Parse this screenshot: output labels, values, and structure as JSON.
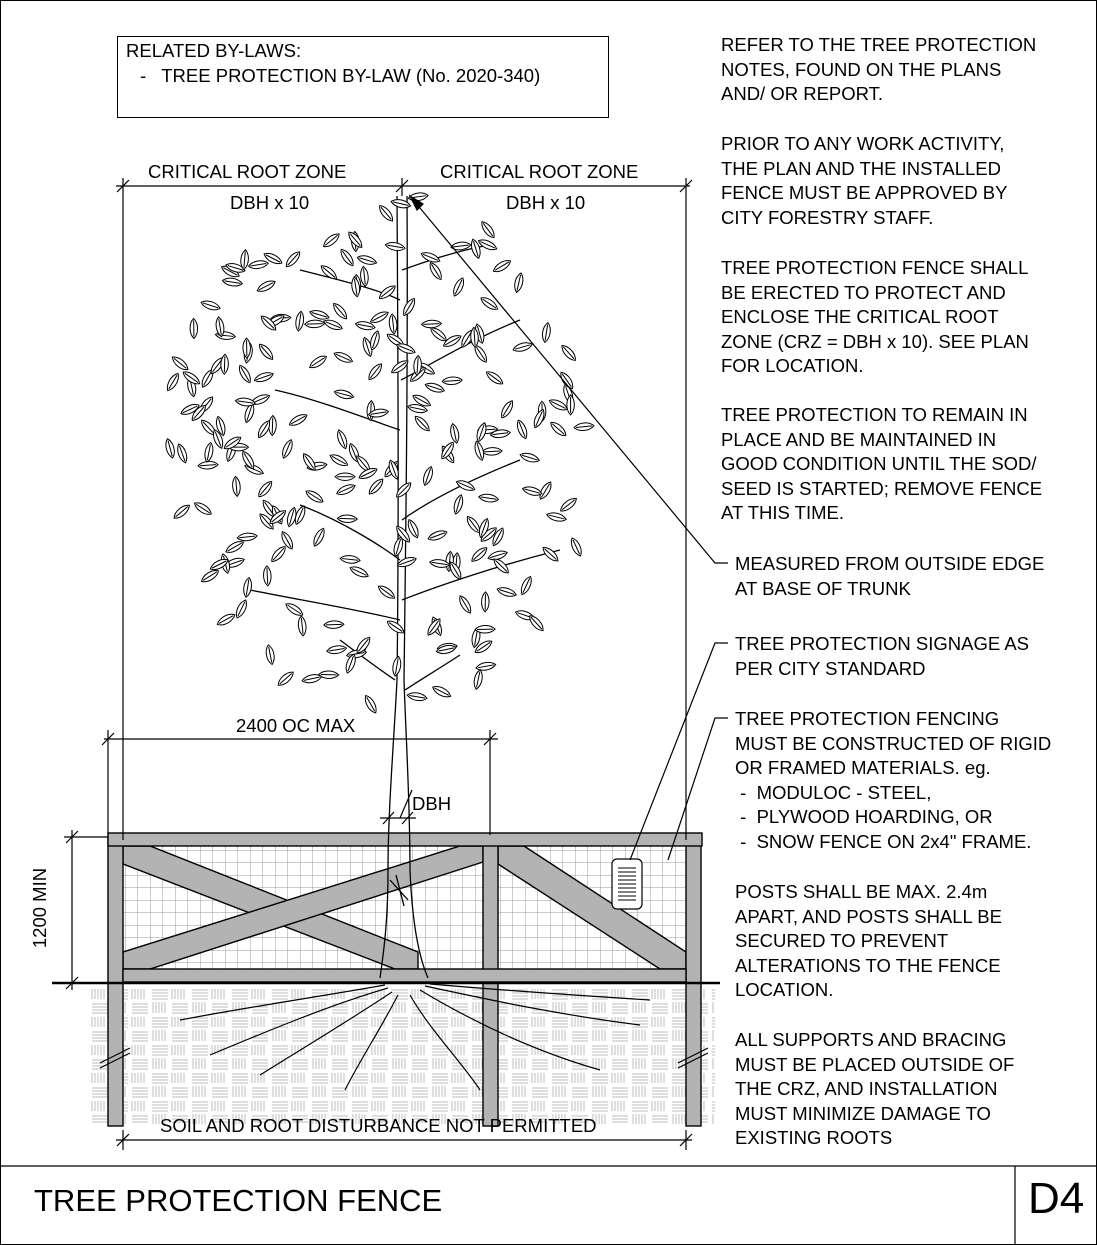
{
  "related_bylaws": {
    "title": "RELATED BY-LAWS:",
    "item": "-   TREE PROTECTION BY-LAW (No. 2020-340)"
  },
  "notes": [
    "REFER TO THE TREE PROTECTION\nNOTES, FOUND ON THE PLANS\nAND/ OR REPORT.",
    "PRIOR TO ANY WORK ACTIVITY,\nTHE PLAN AND THE INSTALLED\nFENCE MUST BE APPROVED BY\nCITY FORESTRY STAFF.",
    "TREE PROTECTION FENCE SHALL\nBE ERECTED TO PROTECT AND\nENCLOSE THE CRITICAL ROOT\nZONE (CRZ = DBH x 10). SEE PLAN\nFOR LOCATION.",
    "TREE PROTECTION TO REMAIN IN\nPLACE AND BE MAINTAINED IN\nGOOD CONDITION UNTIL THE SOD/\nSEED IS STARTED; REMOVE FENCE\nAT THIS TIME.",
    "MEASURED FROM OUTSIDE EDGE\nAT BASE OF TRUNK",
    "TREE PROTECTION SIGNAGE AS\nPER CITY STANDARD",
    "TREE PROTECTION FENCING\nMUST BE CONSTRUCTED OF RIGID\nOR FRAMED MATERIALS. eg.\n -  MODULOC - STEEL,\n -  PLYWOOD HOARDING, OR\n -  SNOW FENCE ON 2x4\" FRAME.",
    "POSTS SHALL BE MAX. 2.4m\nAPART, AND POSTS SHALL BE\nSECURED TO PREVENT\nALTERATIONS TO THE FENCE\nLOCATION.",
    "ALL SUPPORTS AND BRACING\nMUST BE PLACED OUTSIDE OF\nTHE CRZ, AND INSTALLATION\nMUST MINIMIZE DAMAGE TO\nEXISTING ROOTS"
  ],
  "dimensions": {
    "crz_left": "CRITICAL ROOT ZONE",
    "crz_right": "CRITICAL ROOT ZONE",
    "dbh_left": "DBH x 10",
    "dbh_right": "DBH x 10",
    "post_spacing": "2400 OC MAX",
    "dbh": "DBH",
    "height": "1200 MIN",
    "soil": "SOIL AND ROOT DISTURBANCE NOT PERMITTED"
  },
  "footer": {
    "title": "TREE PROTECTION FENCE",
    "code": "D4"
  },
  "colors": {
    "line": "#000000",
    "post_fill": "#b3b3b3",
    "mesh": "#9a9a9a",
    "soil": "#bdbdbd"
  }
}
